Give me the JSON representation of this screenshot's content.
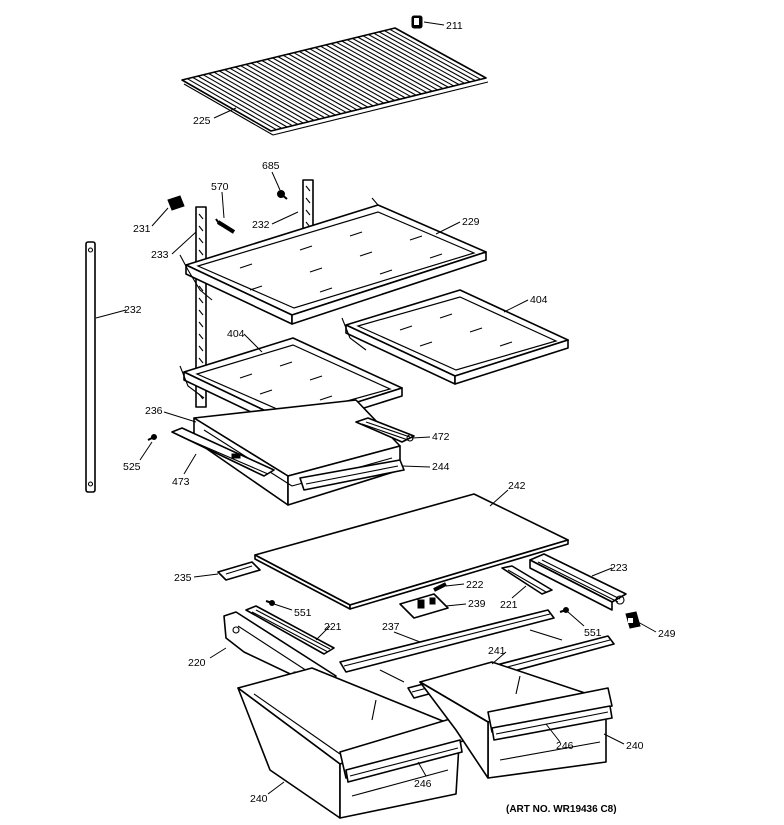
{
  "callouts": {
    "c211": "211",
    "c225": "225",
    "c685": "685",
    "c570": "570",
    "c232a": "232",
    "c229": "229",
    "c231": "231",
    "c233": "233",
    "c232b": "232",
    "c404a": "404",
    "c404b": "404",
    "c236": "236",
    "c472": "472",
    "c525": "525",
    "c244": "244",
    "c473": "473",
    "c242": "242",
    "c223": "223",
    "c235": "235",
    "c222": "222",
    "c551a": "551",
    "c239": "239",
    "c221a": "221",
    "c221b": "221",
    "c237": "237",
    "c551b": "551",
    "c249": "249",
    "c220": "220",
    "c241": "241",
    "c246a": "246",
    "c240a": "240",
    "c246b": "246",
    "c240b": "240"
  },
  "art_number": "(ART NO. WR19436 C8)"
}
